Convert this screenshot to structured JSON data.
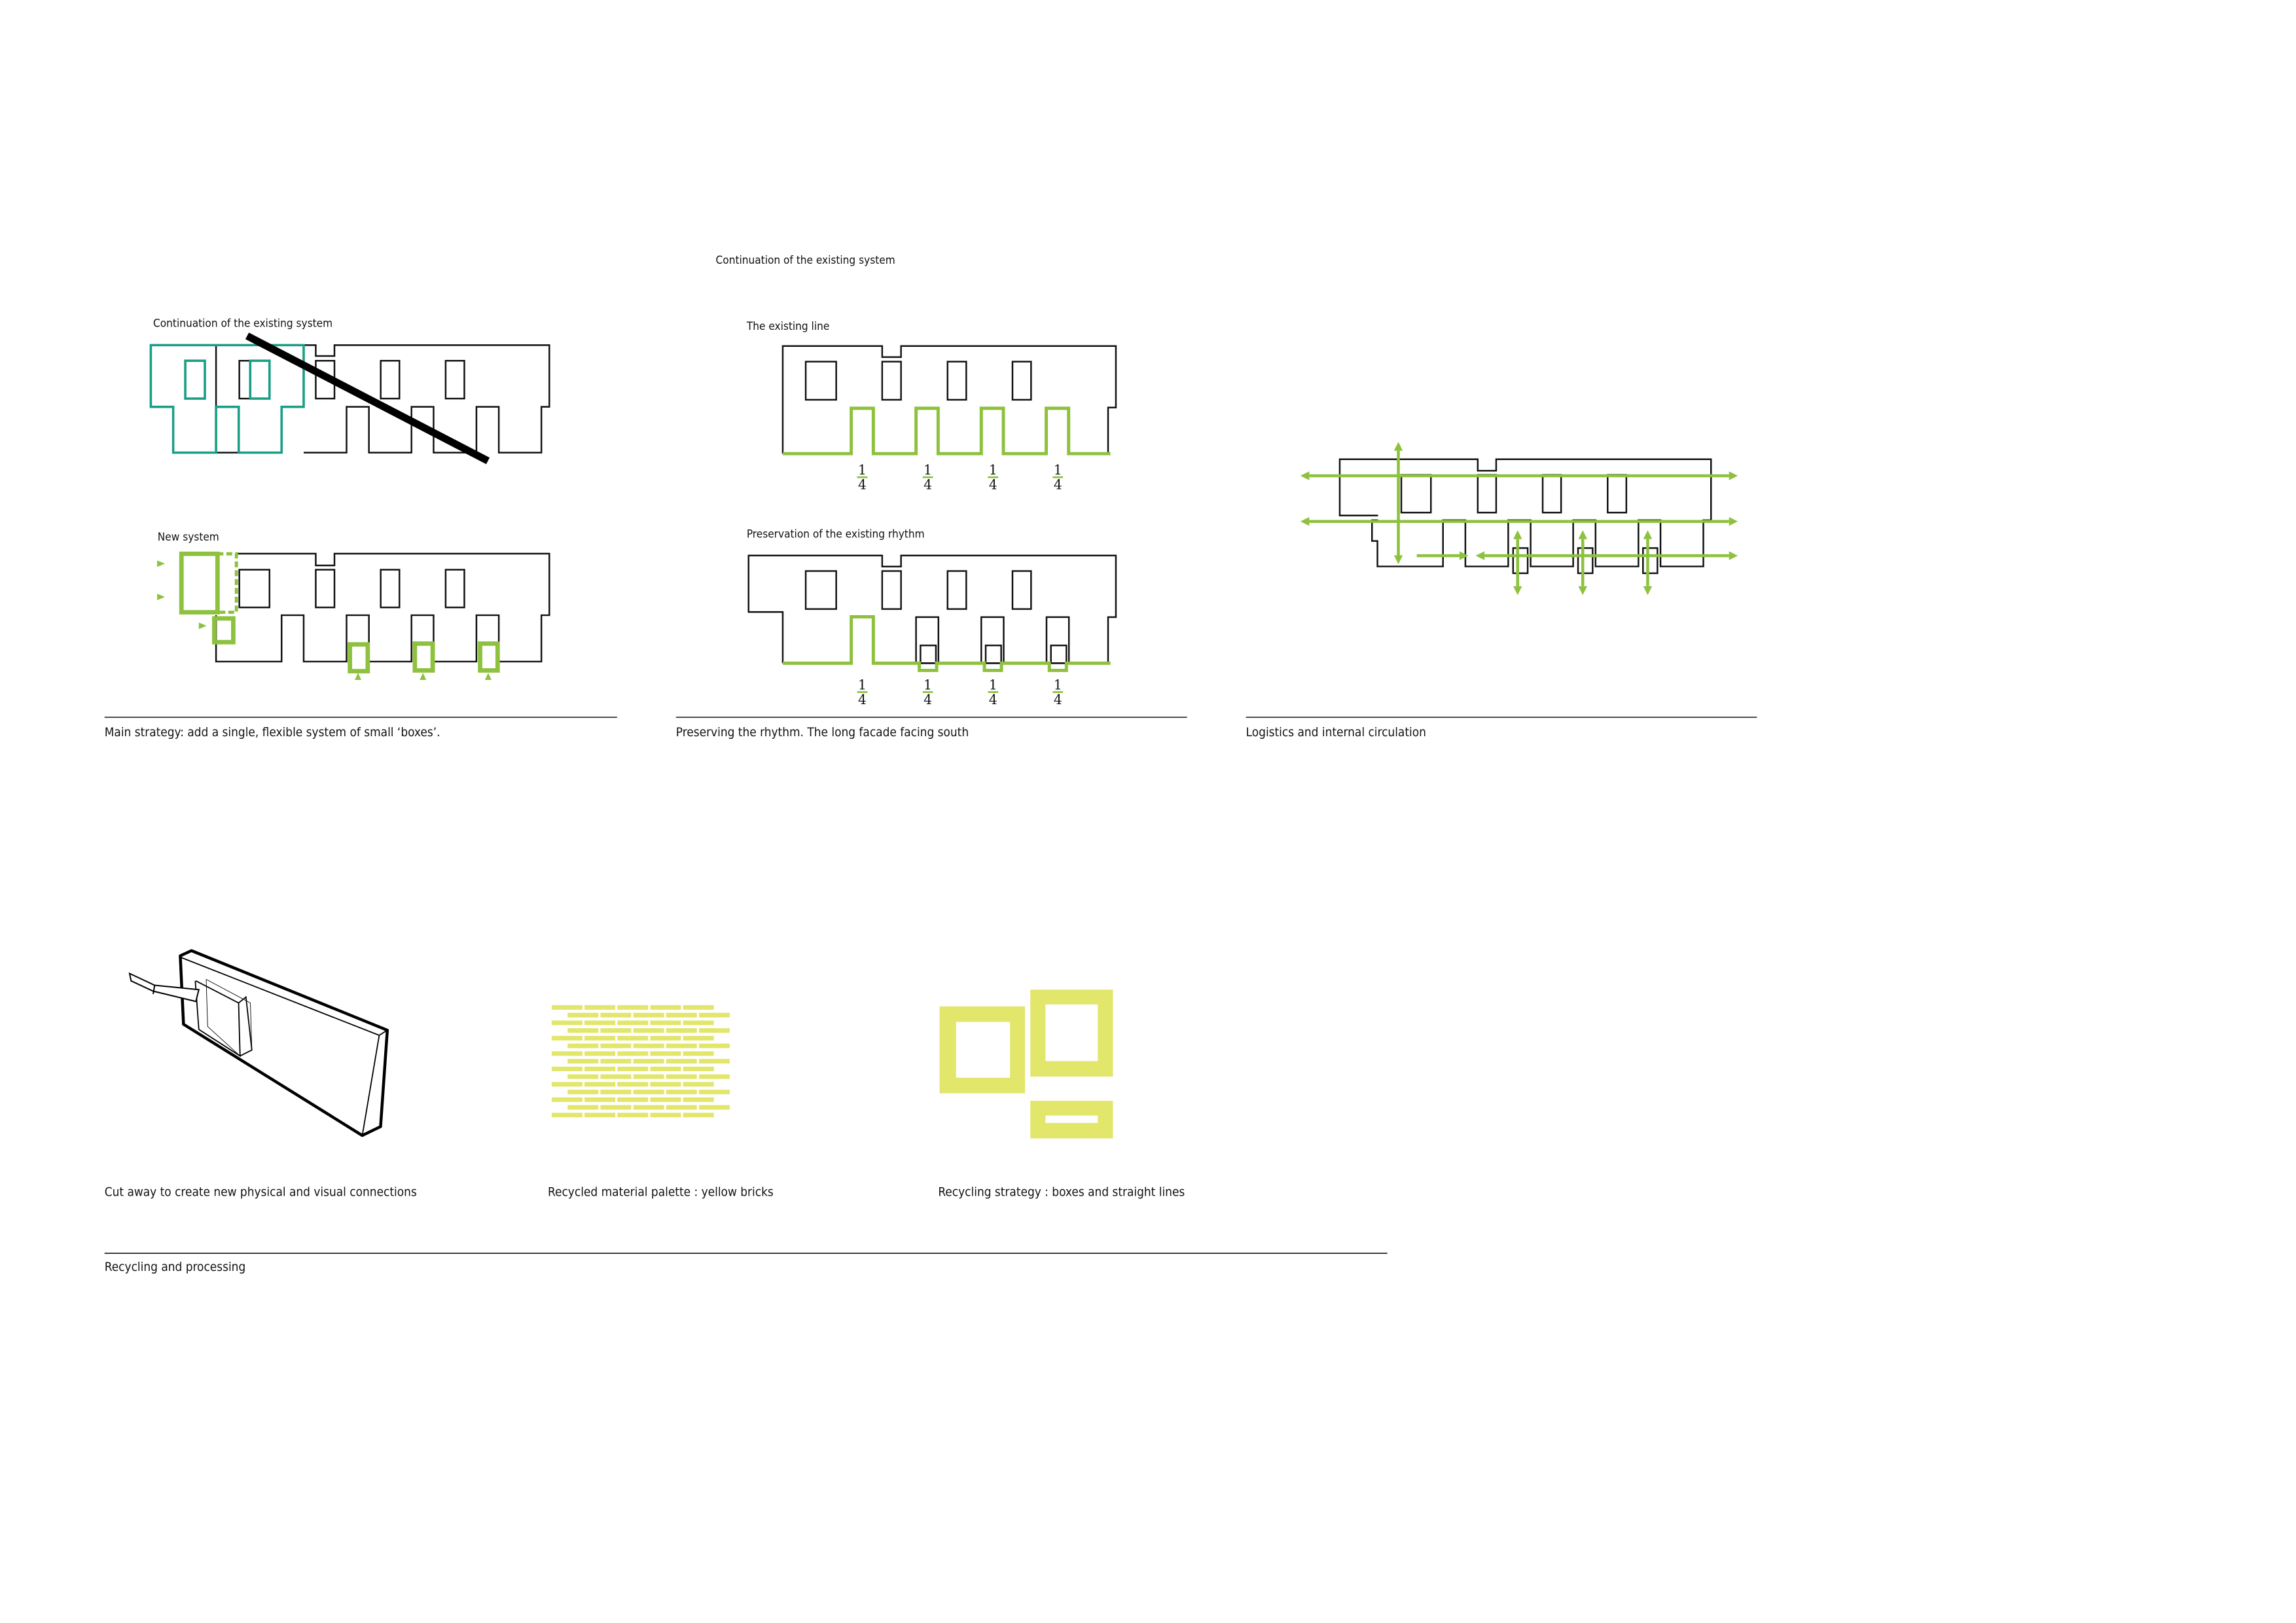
{
  "header": {
    "title": "Continuation of the existing system"
  },
  "panel1": {
    "top_label": "Continuation of the existing system",
    "bottom_label": "New system",
    "caption": "Main strategy: add a single, flexible system of small ‘boxes’."
  },
  "panel2": {
    "top_label": "The existing line",
    "bottom_label": "Preservation of the existing rhythm",
    "caption": "Preserving the rhythm. The long facade facing south",
    "fraction": {
      "numerator": "1",
      "denominator": "4"
    }
  },
  "panel3": {
    "caption": "Logistics and internal circulation"
  },
  "bottom": {
    "captions": [
      "Cut away to create new physical and visual connections",
      "Recycled material palette : yellow bricks",
      "Recycling strategy : boxes and straight lines"
    ],
    "section_title": "Recycling and processing"
  },
  "colors": {
    "green": "#8dc13e",
    "teal": "#1a9e85",
    "yellow": "#e2e66b",
    "line": "#111111"
  }
}
